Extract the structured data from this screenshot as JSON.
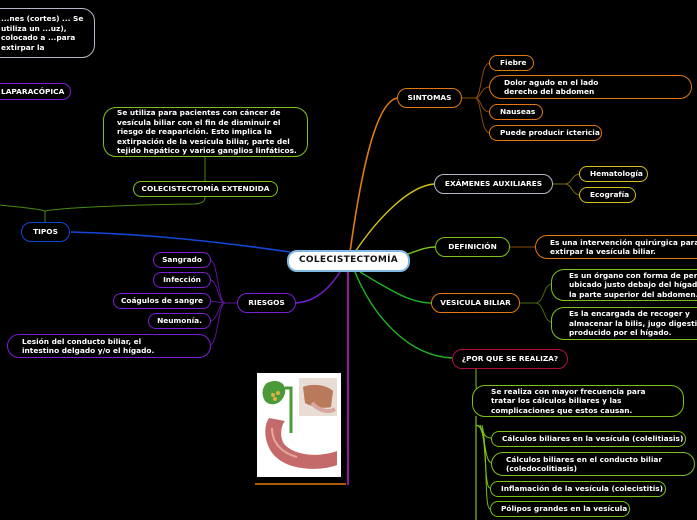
{
  "root": {
    "label": "COLECISTECTOMÍA"
  },
  "colors": {
    "orange": "#e07a10",
    "yellow": "#d7c21a",
    "lime": "#7ac417",
    "green": "#1fb81f",
    "crimson": "#b0103a",
    "purple": "#7a1fd6",
    "blue": "#1346d6",
    "magenta": "#b71cc8",
    "gray": "#b8b8c8"
  },
  "sintomas": {
    "label": "SINTOMAS",
    "items": [
      "Fiebre",
      "Dolor agudo en el lado derecho del abdomen",
      "Nauseas",
      "Puede producir ictericia"
    ]
  },
  "examenes": {
    "label": "EXÁMENES AUXILIARES",
    "items": [
      "Hematología",
      "Ecografía"
    ]
  },
  "definicion": {
    "label": "DEFINICIÓN",
    "text": "Es una intervención quirúrgica para extirpar la vesícula biliar."
  },
  "vesicula": {
    "label": "VESICULA BILIAR",
    "items": [
      "Es un órgano con forma de pera ubicado justo debajo del hígado en la parte superior del abdomen.",
      "Es la encargada de recoger y almacenar la bilis, jugo digestivo producido por el hígado."
    ]
  },
  "porque": {
    "label": "¿POR QUE SE REALIZA?",
    "text": "Se realiza con mayor frecuencia para tratar los cálculos biliares y las complicaciones que estos causan.",
    "items": [
      "Cálculos biliares en la vesícula (colelitiasis)",
      "Cálculos biliares en el conducto biliar (coledocolitiasis)",
      "Inflamación de la vesícula (colecistitis)",
      "Pólipos grandes en la vesícula"
    ]
  },
  "riesgos": {
    "label": "RIESGOS",
    "items": [
      "Sangrado",
      "Infección",
      "Coágulos de sangre",
      "Neumonía.",
      "Lesión del conducto biliar, el intestino delgado y/o el hígado."
    ]
  },
  "tipos": {
    "label": "TIPOS",
    "extendida": {
      "label": "COLECISTECTOMÍA EXTENDIDA",
      "text": "Se utiliza para pacientes con cáncer de vesícula biliar con el fin de disminuir el riesgo de reaparición. Esto implica la extirpación de la vesícula biliar, parte del tejido hepático y varios ganglios linfáticos."
    },
    "laparoscopica": {
      "label": "LAPARACÓPICA",
      "text": "...nes (cortes) ... Se utiliza un ...uz), colocado a ...para extirpar la"
    }
  },
  "image": {
    "alt": "Ilustración anatómica de la vesícula biliar y conductos biliares"
  }
}
